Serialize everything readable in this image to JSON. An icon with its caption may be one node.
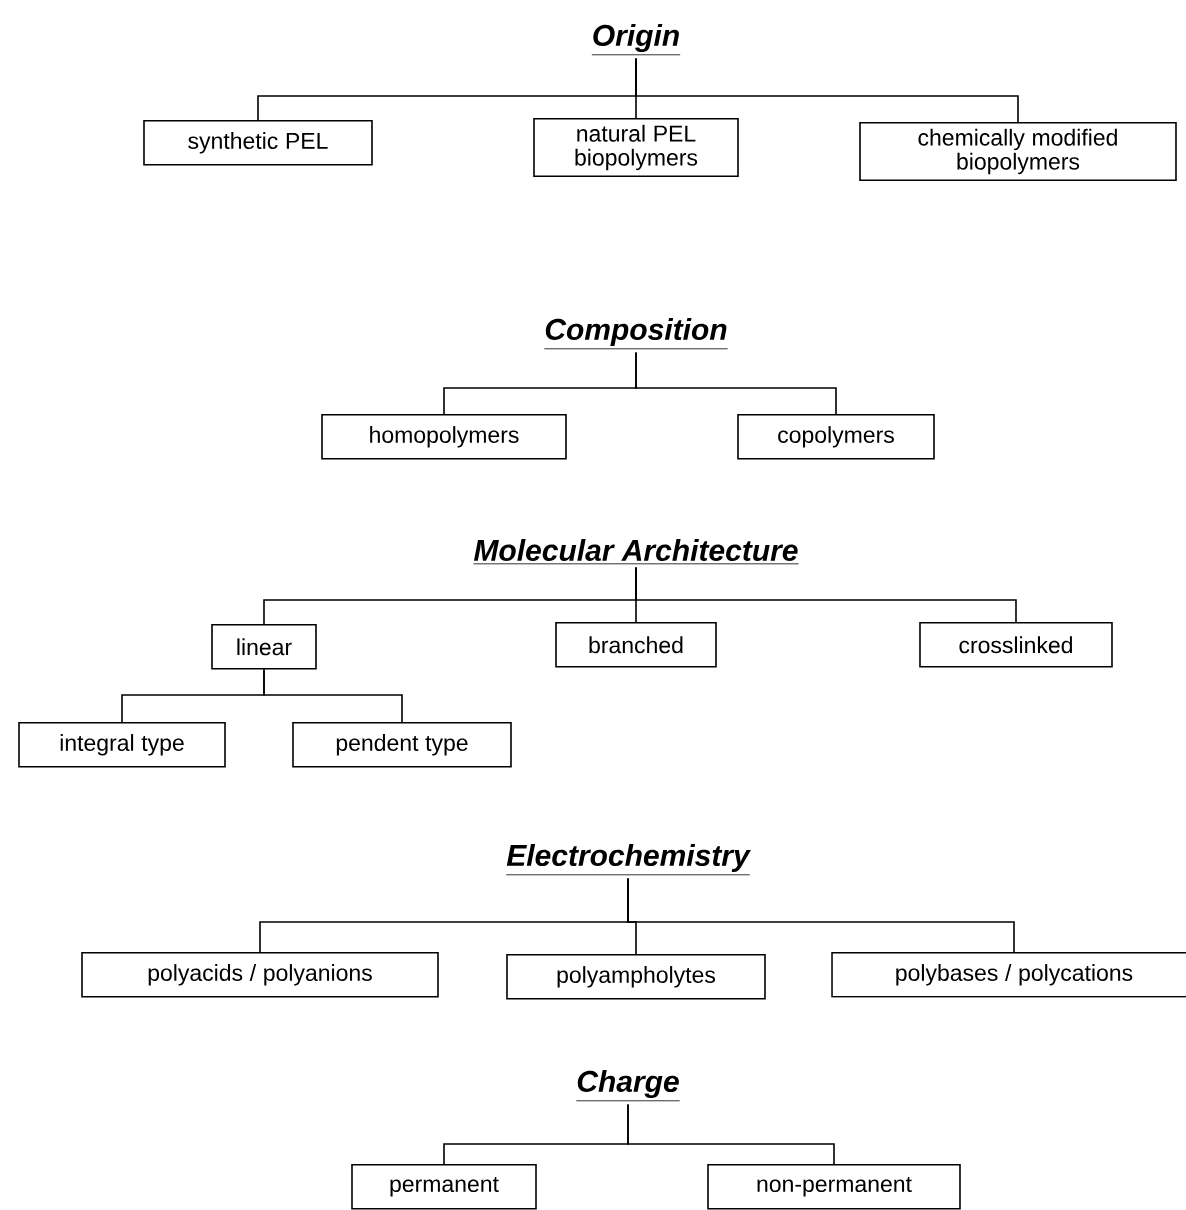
{
  "diagram": {
    "nodes": [
      {
        "text": [
          "Origin"
        ]
      },
      {
        "text": [
          "synthetic PEL"
        ]
      },
      {
        "text": [
          "natural PEL biopolymers"
        ]
      },
      {
        "text": [
          "chemically modified biopolymers"
        ]
      },
      {
        "text": [
          "Composition"
        ]
      },
      {
        "text": [
          "homopolymers"
        ]
      },
      {
        "text": [
          "copolymers"
        ]
      },
      {
        "text": [
          "Molecular Architecture"
        ]
      },
      {
        "text": [
          "linear"
        ]
      },
      {
        "text": [
          "branched"
        ]
      },
      {
        "text": [
          "crosslinked"
        ]
      },
      {
        "text": [
          "integral type"
        ]
      },
      {
        "text": [
          "pendent type"
        ]
      },
      {
        "text": [
          "Electrochemistry"
        ]
      },
      {
        "text": [
          "polyacids / polyanions"
        ]
      },
      {
        "text": [
          "polyampholytes"
        ]
      },
      {
        "text": [
          "polybases / polycations"
        ]
      },
      {
        "text": [
          "Charge"
        ]
      },
      {
        "text": [
          "permanent"
        ]
      },
      {
        "text": [
          "non-permanent"
        ]
      }
    ],
    "edges": [
      {
        "from": 0,
        "to": 1,
        "arrow": "none"
      },
      {
        "from": 0,
        "to": 2,
        "arrow": "none"
      },
      {
        "from": 0,
        "to": 3,
        "arrow": "none"
      },
      {
        "from": 4,
        "to": 5,
        "arrow": "none"
      },
      {
        "from": 4,
        "to": 6,
        "arrow": "none"
      },
      {
        "from": 7,
        "to": 8,
        "arrow": "none"
      },
      {
        "from": 7,
        "to": 9,
        "arrow": "none"
      },
      {
        "from": 7,
        "to": 10,
        "arrow": "none"
      },
      {
        "from": 8,
        "to": 11,
        "arrow": "none"
      },
      {
        "from": 8,
        "to": 12,
        "arrow": "none"
      },
      {
        "from": 13,
        "to": 14,
        "arrow": "none"
      },
      {
        "from": 13,
        "to": 15,
        "arrow": "none"
      },
      {
        "from": 13,
        "to": 16,
        "arrow": "none"
      },
      {
        "from": 17,
        "to": 18,
        "arrow": "none"
      },
      {
        "from": 17,
        "to": 19,
        "arrow": "none"
      }
    ]
  }
}
